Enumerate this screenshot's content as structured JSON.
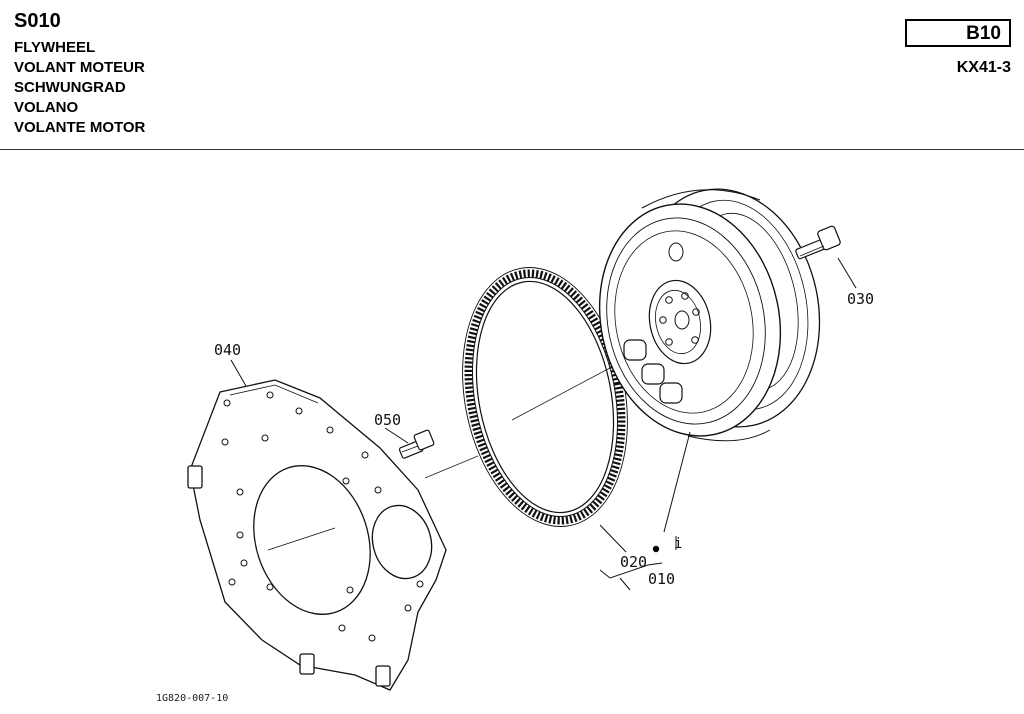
{
  "header": {
    "code": "S010",
    "titles": [
      "FLYWHEEL",
      "VOLANT MOTEUR",
      "SCHWUNGRAD",
      "VOLANO",
      "VOLANTE MOTOR"
    ],
    "page_code": "B10",
    "model": "KX41-3"
  },
  "drawing": {
    "callouts": {
      "p010": "010",
      "p020": "020",
      "p030": "030",
      "p040": "040",
      "p050": "050"
    },
    "mark": "i",
    "figure_id": "1G820-007-10"
  }
}
